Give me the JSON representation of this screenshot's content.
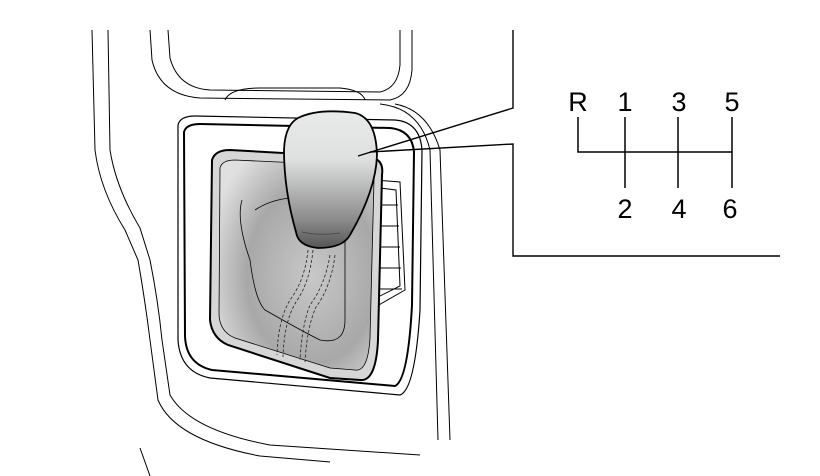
{
  "shift_pattern": {
    "top_row": [
      "R",
      "1",
      "3",
      "5"
    ],
    "bottom_row": [
      "2",
      "4",
      "6"
    ]
  },
  "colors": {
    "line": "#000000",
    "knob_light": "#e4e6e5",
    "knob_dark": "#6a6a6a",
    "boot": "#9a9a9a"
  }
}
